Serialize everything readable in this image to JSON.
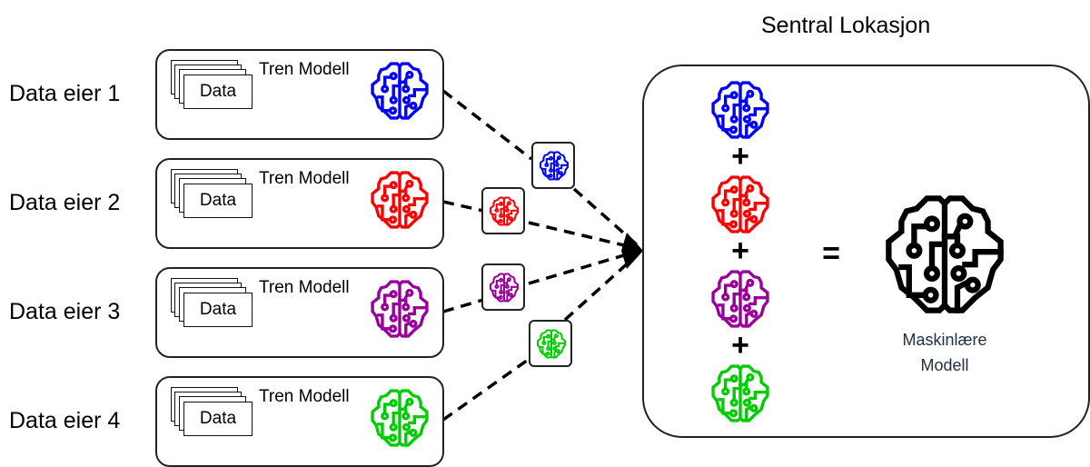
{
  "diagram": {
    "central": {
      "title": "Sentral Lokasjon",
      "plus_symbol": "+",
      "equals_symbol": "=",
      "result_caption_line1": "Maskinlære",
      "result_caption_line2": "Modell",
      "result_icon": "brain-circuit-icon",
      "result_color": "#000000"
    },
    "owners": [
      {
        "label": "Data eier 1",
        "data_label": "Data",
        "action_label": "Tren Modell",
        "icon": "brain-circuit-icon",
        "color": "#0000ff"
      },
      {
        "label": "Data eier 2",
        "data_label": "Data",
        "action_label": "Tren Modell",
        "icon": "brain-circuit-icon",
        "color": "#ff0000"
      },
      {
        "label": "Data eier 3",
        "data_label": "Data",
        "action_label": "Tren Modell",
        "icon": "brain-circuit-icon",
        "color": "#990099"
      },
      {
        "label": "Data eier 4",
        "data_label": "Data",
        "action_label": "Tren Modell",
        "icon": "brain-circuit-icon",
        "color": "#00cc00"
      }
    ],
    "connector_style": "dashed",
    "caption_color": "#232f3e"
  }
}
